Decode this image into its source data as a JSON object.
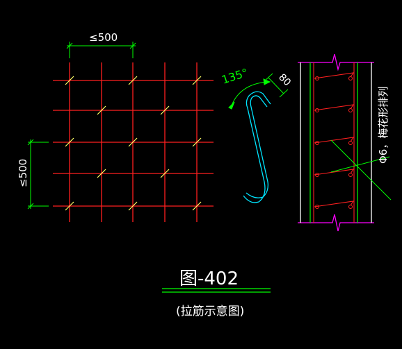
{
  "drawing": {
    "title": "图-402",
    "subtitle": "(拉筋示意图)",
    "dim_horizontal": "≤500",
    "dim_vertical": "≤500",
    "hook_angle": "135°",
    "hook_length": "80",
    "rebar_note": "Φ6，梅花形排列"
  },
  "colors": {
    "background": "#000000",
    "rebar_grid": "#ff2020",
    "tie_marks": "#ffff66",
    "dimension": "#00ff00",
    "tie_hook": "#00e5ff",
    "annotation": "#00ff00",
    "wall_edge": "#ff00ff",
    "wall_line": "#ffffff",
    "title_text": "#ffffff",
    "underline": "#00ff00"
  }
}
